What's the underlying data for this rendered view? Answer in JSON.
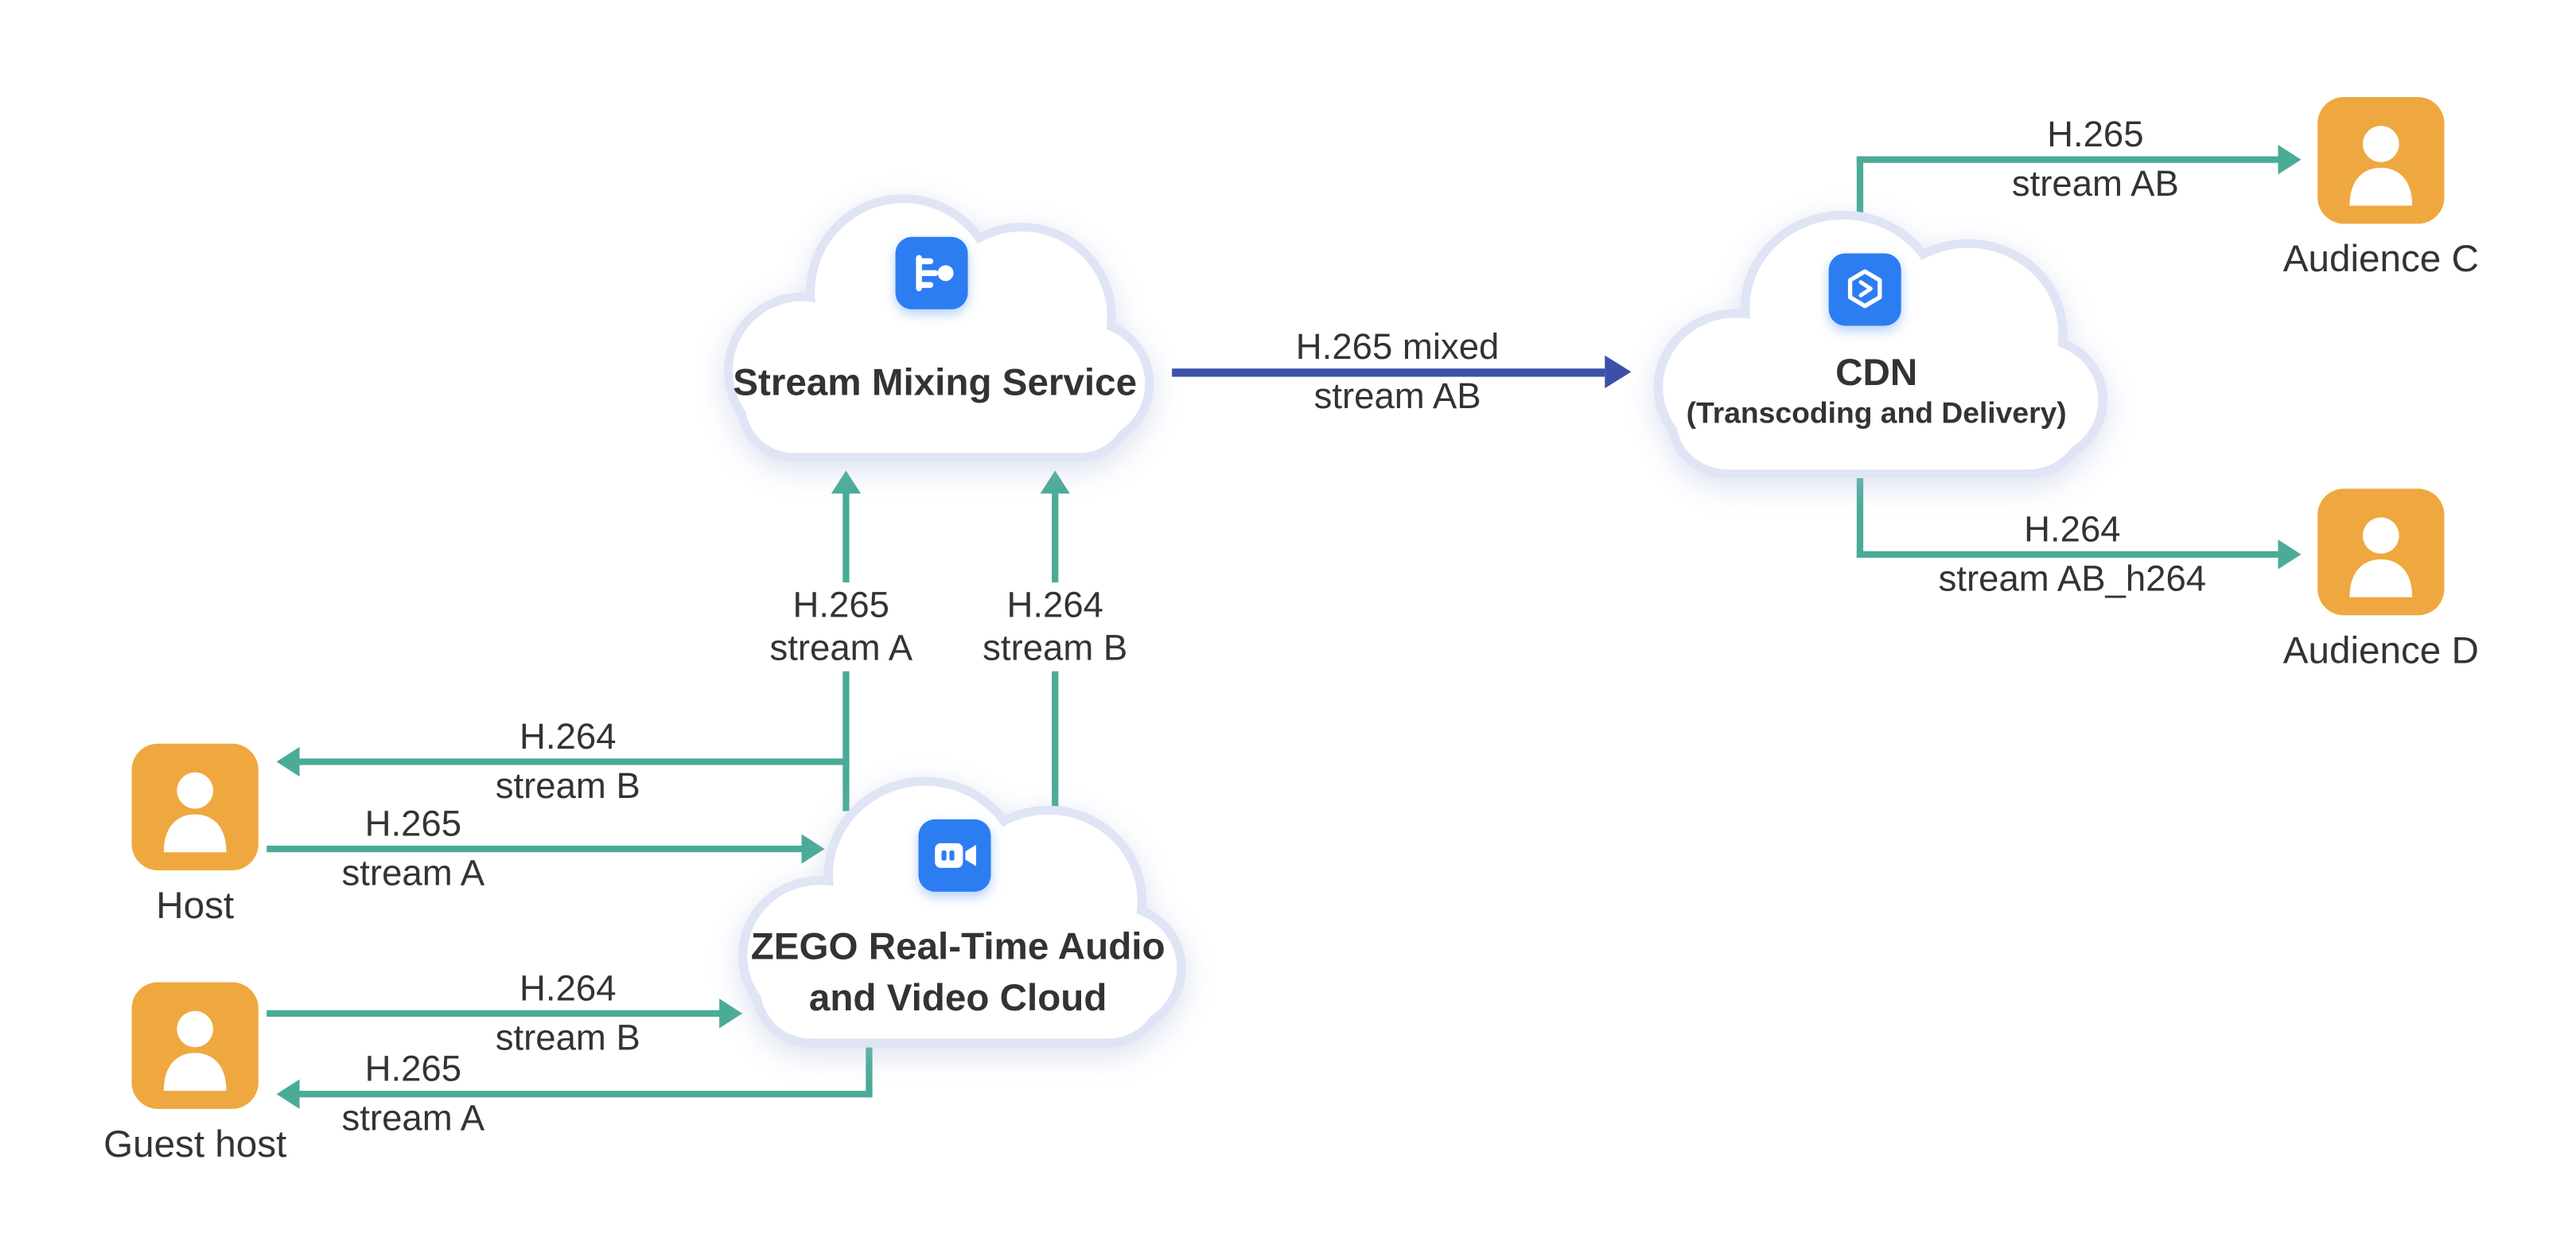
{
  "colors": {
    "teal": "#4aab97",
    "indigo": "#3e4fa8",
    "orange": "#efa83f",
    "blue": "#2d7df2"
  },
  "icons": {
    "stream_mixing": "merge-node-icon",
    "cdn": "hexagon-package-icon",
    "zego": "video-camera-icon",
    "actor": "person-icon"
  },
  "clouds": {
    "mixing": {
      "title": "Stream Mixing Service"
    },
    "cdn": {
      "title": "CDN",
      "subtitle": "(Transcoding and Delivery)"
    },
    "zego": {
      "title_line1": "ZEGO Real-Time Audio",
      "title_line2": "and Video Cloud"
    }
  },
  "actors": {
    "host": {
      "label": "Host"
    },
    "guest_host": {
      "label": "Guest host"
    },
    "audience_c": {
      "label": "Audience C"
    },
    "audience_d": {
      "label": "Audience D"
    }
  },
  "flows": {
    "zego_to_mixing_a": {
      "line1": "H.265",
      "line2": "stream A"
    },
    "zego_to_mixing_b": {
      "line1": "H.264",
      "line2": "stream B"
    },
    "mixing_to_cdn": {
      "line1": "H.265 mixed",
      "line2": "stream AB"
    },
    "cdn_to_audience_c": {
      "line1": "H.265",
      "line2": "stream AB"
    },
    "cdn_to_audience_d": {
      "line1": "H.264",
      "line2": "stream AB_h264"
    },
    "zego_to_host": {
      "line1": "H.264",
      "line2": "stream B"
    },
    "host_to_zego": {
      "line1": "H.265",
      "line2": "stream A"
    },
    "guest_to_zego": {
      "line1": "H.264",
      "line2": "stream B"
    },
    "zego_to_guest": {
      "line1": "H.265",
      "line2": "stream A"
    }
  }
}
